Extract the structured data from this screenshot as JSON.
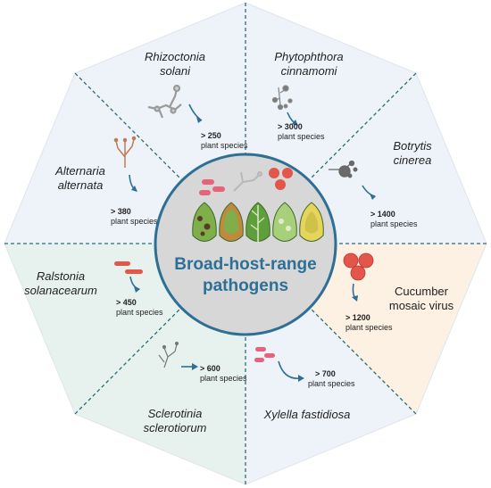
{
  "center": {
    "line1": "Broad-host-range",
    "line2": "pathogens"
  },
  "unit": "plant species",
  "pathogens": [
    {
      "name1": "Rhizoctonia",
      "name2": "solani",
      "count": "> 250"
    },
    {
      "name1": "Phytophthora",
      "name2": "cinnamomi",
      "count": "> 3000"
    },
    {
      "name1": "Botrytis",
      "name2": "cinerea",
      "count": "> 1400"
    },
    {
      "name1": "Cucumber",
      "name2": "mosaic virus",
      "count": "> 1200"
    },
    {
      "name1": "Xylella fastidiosa",
      "name2": "",
      "count": "> 700"
    },
    {
      "name1": "Sclerotinia",
      "name2": "sclerotiorum",
      "count": "> 600"
    },
    {
      "name1": "Ralstonia",
      "name2": "solanacearum",
      "count": "> 450"
    },
    {
      "name1": "Alternaria",
      "name2": "alternata",
      "count": "> 380"
    }
  ],
  "colors": {
    "fungal_sector": "#eef3fa",
    "bacterial_sector": "#e7f2ee",
    "viral_sector": "#fdf1e3",
    "divider": "#2e6b78",
    "arrow": "#2e6f96",
    "center_fill": "#d7d7d7",
    "center_ring": "#2e6f96",
    "virus_red": "#e3564b",
    "bacteria_pink": "#e8637a"
  }
}
